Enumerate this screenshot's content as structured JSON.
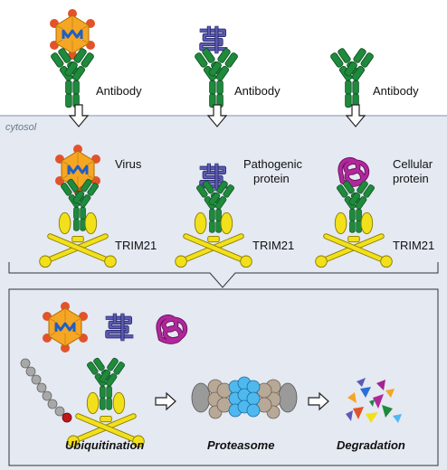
{
  "top": {
    "antibody_label_1": "Antibody",
    "antibody_label_2": "Antibody",
    "antibody_label_3": "Antibody"
  },
  "cytosol_label": "cytosol",
  "middle": {
    "virus_label": "Virus",
    "pathogenic_label_line1": "Pathogenic",
    "pathogenic_label_line2": "protein",
    "cellular_label_line1": "Cellular",
    "cellular_label_line2": "protein",
    "trim_label_1": "TRIM21",
    "trim_label_2": "TRIM21",
    "trim_label_3": "TRIM21"
  },
  "bottom": {
    "step1": "Ubiquitination",
    "step2": "Proteasome",
    "step3": "Degradation"
  },
  "colors": {
    "antibody_green": "#1e8a3c",
    "trim_yellow": "#f2e01a",
    "virus_orange": "#f5a623",
    "virus_spike": "#e2532a",
    "virus_core": "#2a6fd6",
    "pathogenic_purple": "#4a4a9e",
    "cellular_magenta": "#a3238f",
    "cytosol_bg": "#e4e9f2",
    "ubiquitin_gray": "#a8a8a8",
    "ubiquitin_red": "#c0161c",
    "proteasome_blue": "#4fb8ef",
    "proteasome_tan": "#b8a898"
  }
}
